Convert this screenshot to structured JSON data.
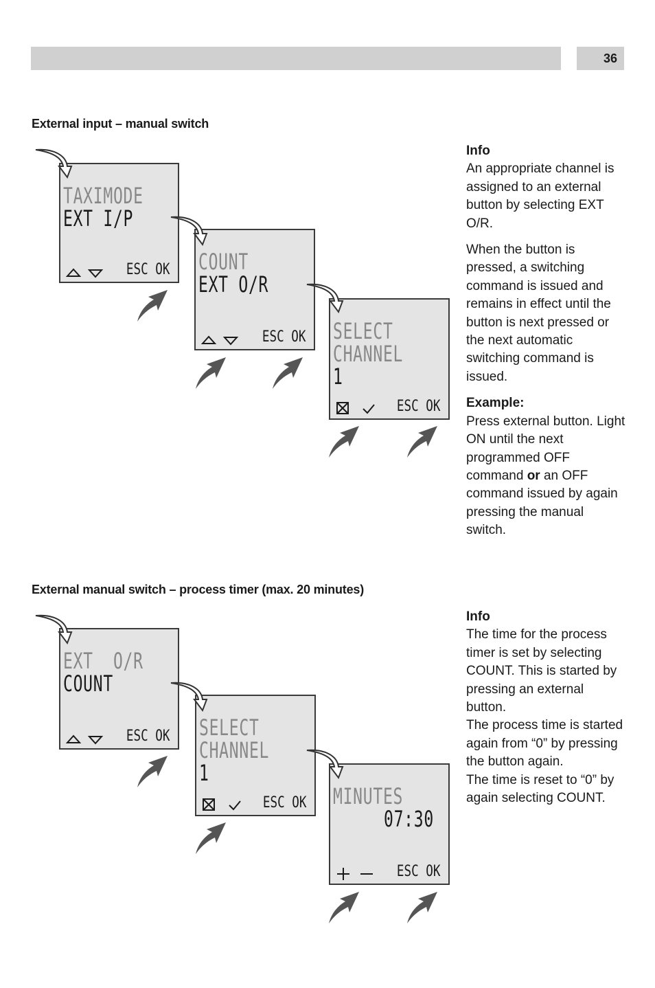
{
  "page_number": "36",
  "section1": {
    "title": "External input – manual switch",
    "screen1": {
      "line1": "TAXIMODE",
      "line2": "EXT I/P",
      "buttons": "ESC OK",
      "left_icons": [
        "triangle-up-icon",
        "triangle-down-icon"
      ]
    },
    "screen2": {
      "line1": "COUNT",
      "line2": "EXT O/R",
      "buttons": "ESC OK",
      "left_icons": [
        "triangle-up-icon",
        "triangle-down-icon"
      ]
    },
    "screen3": {
      "line1": "SELECT",
      "line2": "CHANNEL",
      "line3": "1",
      "buttons": "ESC OK",
      "left_icons": [
        "box-x-icon",
        "checkmark-icon"
      ]
    },
    "info": {
      "heading": "Info",
      "para1": "An appropriate channel is assigned to an external button by selecting EXT O/R.",
      "para2": "When the button is pressed, a switching command is issued and remains in effect until the button is next pressed or the next automatic switching command is issued.",
      "example_heading": "Example:",
      "example_text_a": "Press external button. Light ON until the next programmed OFF command ",
      "example_or": "or",
      "example_text_b": " an OFF command issued by again pressing the manual switch."
    }
  },
  "section2": {
    "title": "External manual switch – process timer (max. 20 minutes)",
    "screen1": {
      "line1": "EXT  O/R",
      "line2": "COUNT",
      "buttons": "ESC OK",
      "left_icons": [
        "triangle-up-icon",
        "triangle-down-icon"
      ]
    },
    "screen2": {
      "line1": "SELECT",
      "line2": "CHANNEL",
      "line3": "1",
      "buttons": "ESC OK",
      "left_icons": [
        "box-x-icon",
        "checkmark-icon"
      ]
    },
    "screen3": {
      "line1": "MINUTES",
      "line2": "07:30",
      "buttons": "ESC OK",
      "left_icons": [
        "plus-icon",
        "minus-icon"
      ]
    },
    "info": {
      "heading": "Info",
      "para1": "The time for the process timer is set by selecting COUNT. This is started by pressing an external button.",
      "para2": "The process time is started again from “0” by pressing the button again.",
      "para3": "The time is reset to “0” by again selecting COUNT."
    }
  }
}
